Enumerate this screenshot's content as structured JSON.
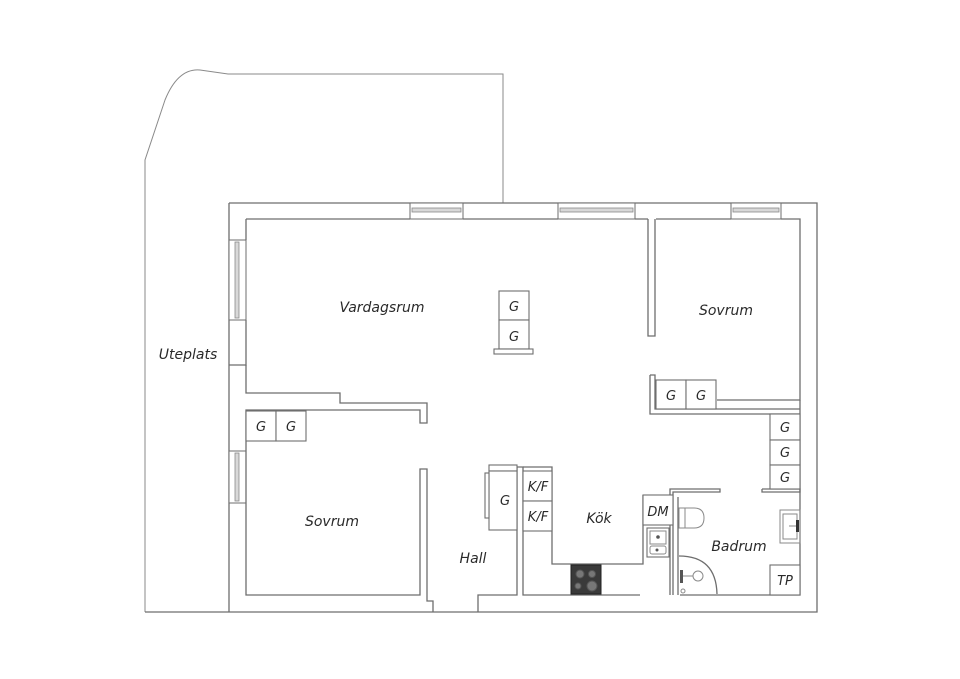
{
  "floorplan": {
    "rooms": {
      "uteplats": "Uteplats",
      "vardagsrum": "Vardagsrum",
      "sovrum_1": "Sovrum",
      "sovrum_2": "Sovrum",
      "hall": "Hall",
      "kok": "Kök",
      "badrum": "Badrum"
    },
    "fixtures": {
      "vardagsrum_wardrobe_top": "G",
      "vardagsrum_wardrobe_bottom": "G",
      "sovrum_right_wardrobe_1": "G",
      "sovrum_right_wardrobe_2": "G",
      "sovrum_left_wardrobe_1": "G",
      "sovrum_left_wardrobe_2": "G",
      "hall_wardrobe": "G",
      "kitchen_fridge_freezer_1": "K/F",
      "kitchen_fridge_freezer_2": "K/F",
      "dishwasher": "DM",
      "hall_right_wardrobe_1": "G",
      "hall_right_wardrobe_2": "G",
      "hall_right_wardrobe_3": "G",
      "washer_dryer": "TP"
    },
    "colors": {
      "wall": "#6e6e6e",
      "background": "#ffffff",
      "text": "#2a2a2a",
      "stove": "#3a3a3a"
    }
  }
}
